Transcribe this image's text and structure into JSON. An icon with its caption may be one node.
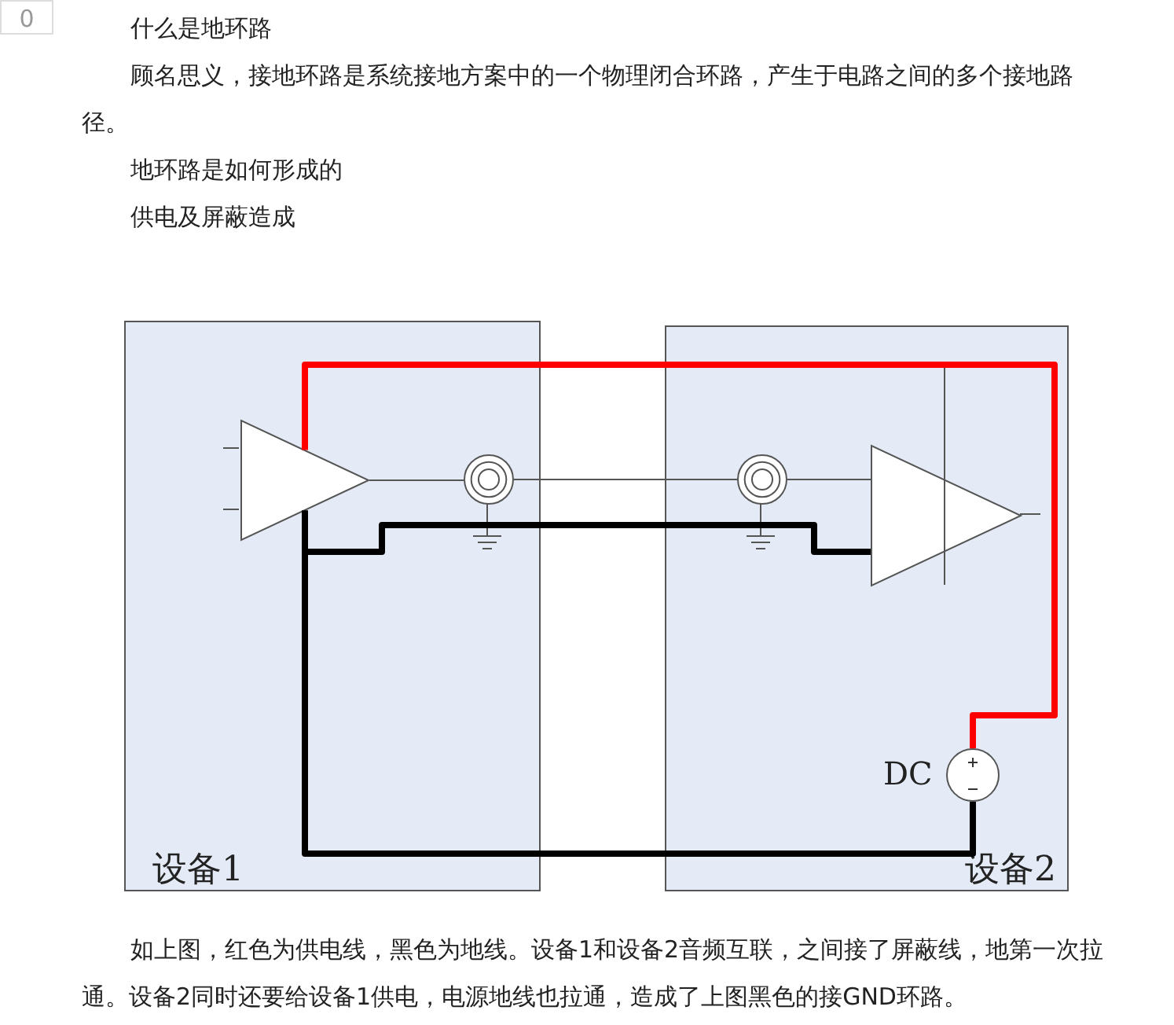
{
  "diagram": {
    "nodes": [
      {
        "text": [
          "设备1"
        ]
      },
      {
        "text": [
          "设备2"
        ]
      },
      {
        "text": [],
        "shape": "triangle",
        "in": 0
      },
      {
        "text": [],
        "shape": "circle",
        "in": 0
      },
      {
        "text": [],
        "shape": "circle",
        "in": 1
      },
      {
        "text": [],
        "shape": "triangle",
        "in": 1
      },
      {
        "text": [],
        "shape": "circle",
        "in": 1,
        "beside": [
          "DC"
        ]
      }
    ],
    "edges": [
      {
        "from": 2,
        "to": 3,
        "arrow": "none"
      },
      {
        "from": 3,
        "to": 4,
        "arrow": "none"
      },
      {
        "from": 4,
        "to": 5,
        "arrow": "none"
      },
      {
        "from": 2,
        "to": 6,
        "arrow": "none",
        "style": "thick",
        "color": "#ff0000"
      },
      {
        "from": 2,
        "to": 5,
        "arrow": "none",
        "style": "thick",
        "color": "#000000"
      },
      {
        "from": 2,
        "to": 6,
        "arrow": "none",
        "style": "thick",
        "color": "#000000"
      }
    ],
    "labels": [
      "0",
      "什么是地环路",
      "顾名思义，接地环路是系统接地方案中的一个物理闭合环路，产生于电路之间的多个接地路径。",
      "地环路是如何形成的",
      "供电及屏蔽造成",
      "如上图，红色为供电线，黑色为地线。设备1和设备2音频互联，之间接了屏蔽线，地第一次拉通。设备2同时还要给设备1供电，电源地线也拉通，造成了上图黑色的接GND环路。"
    ]
  }
}
